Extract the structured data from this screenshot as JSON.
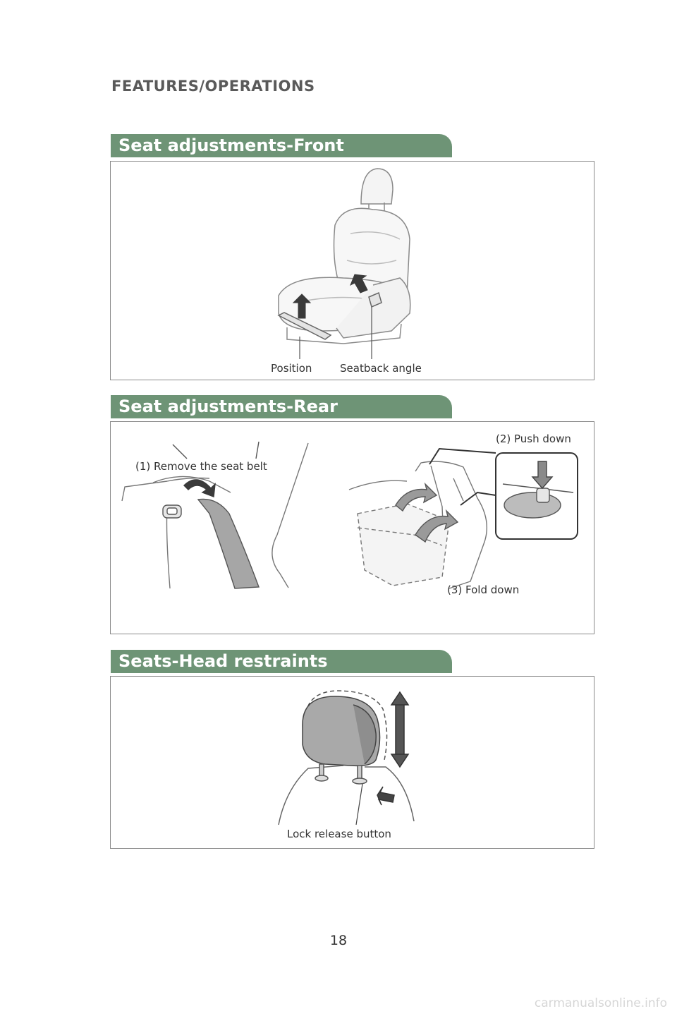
{
  "header": {
    "title": "FEATURES/OPERATIONS"
  },
  "sections": [
    {
      "title": "Seat adjustments-Front",
      "labels": {
        "position": "Position",
        "seatback_angle": "Seatback angle"
      }
    },
    {
      "title": "Seat adjustments-Rear",
      "labels": {
        "remove_belt": "(1) Remove the seat belt",
        "push_down": "(2) Push down",
        "fold_down": "(3) Fold down"
      }
    },
    {
      "title": "Seats-Head restraints",
      "labels": {
        "lock_release": "Lock release button"
      }
    }
  ],
  "footer": {
    "page_number": "18",
    "watermark": "carmanualsonline.info"
  }
}
